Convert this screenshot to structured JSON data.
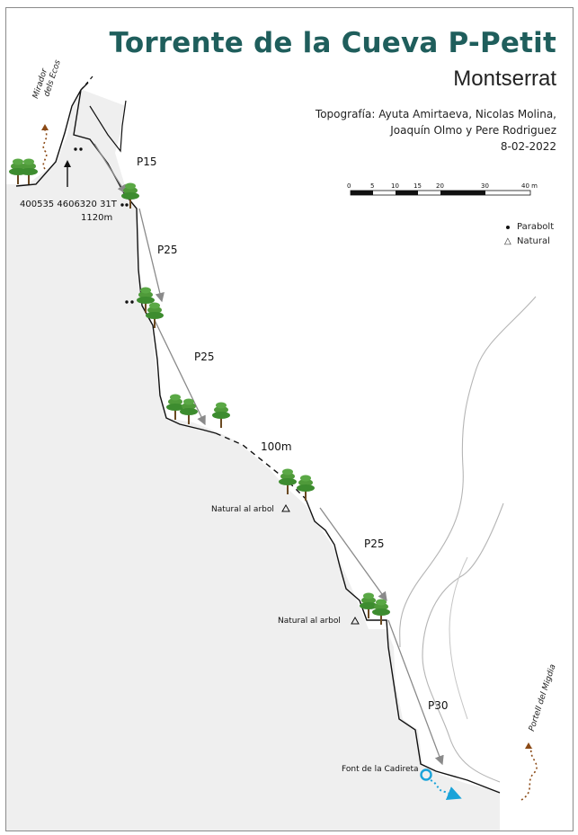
{
  "header": {
    "title": "Torrente de la Cueva P-Petit",
    "subtitle": "Montserrat",
    "authors_line1": "Topografía: Ayuta Amirtaeva, Nicolas Molina,",
    "authors_line2": "Joaquín Olmo y Pere Rodriguez",
    "date": "8-02-2022"
  },
  "scale": {
    "ticks": [
      "0",
      "5",
      "10",
      "15",
      "20",
      "30",
      "40 m"
    ],
    "unit": "m"
  },
  "legend": {
    "parabolt": "Parabolt",
    "natural": "Natural"
  },
  "labels": {
    "mirador_line1": "Mirador",
    "mirador_line2": "dels Ecos",
    "coords": "400535 4606320 31T",
    "altitude": "1120m",
    "p15": "P15",
    "p25_a": "P25",
    "p25_b": "P25",
    "walk_100m": "100m",
    "natural_arbol_1": "Natural al arbol",
    "p25_c": "P25",
    "natural_arbol_2": "Natural al arbol",
    "p30": "P30",
    "font_cadireta": "Font de la Cadireta",
    "portell": "Portell del Migdia"
  },
  "colors": {
    "title": "#1f5e5c",
    "rock_fill": "#efefef",
    "rappel_arrow": "#8a8a8a",
    "trail": "#8b4a16",
    "water": "#1aa3d9",
    "tree_green": "#3d8c2f"
  },
  "icons": [
    "tree-icon",
    "parabolt-icon",
    "natural-anchor-icon",
    "up-arrow-icon",
    "spring-icon"
  ]
}
